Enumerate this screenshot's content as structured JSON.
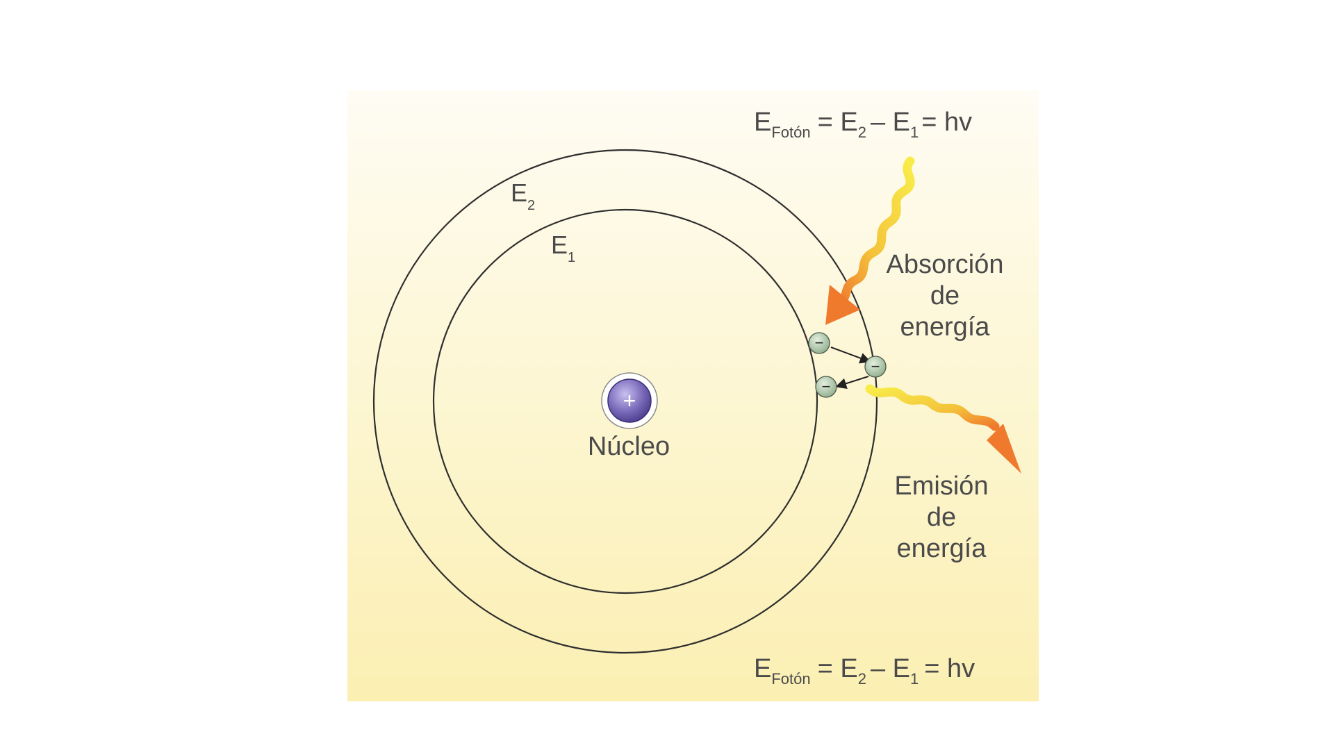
{
  "formula_top": {
    "e": "E",
    "photon_sub": "Fotón",
    "eq1": "= E",
    "sub2": "2",
    "minus": "– E",
    "sub1": "1",
    "eq2": "= hv"
  },
  "formula_bottom": {
    "e": "E",
    "photon_sub": "Fotón",
    "eq1": "= E",
    "sub2": "2",
    "minus": "– E",
    "sub1": "1",
    "eq2": "= hv"
  },
  "orbit_outer": {
    "e": "E",
    "sub": "2"
  },
  "orbit_inner": {
    "e": "E",
    "sub": "1"
  },
  "nucleus": {
    "label": "Núcleo",
    "charge": "+"
  },
  "absorption": {
    "line1": "Absorción",
    "line2": "de",
    "line3": "energía"
  },
  "emission": {
    "line1": "Emisión",
    "line2": "de",
    "line3": "energía"
  },
  "electron_charge": "−",
  "colors": {
    "panel_top": "#fefcf4",
    "panel_bottom": "#fbefb2",
    "orbit_stroke": "#2e2e2e",
    "nucleus_fill": "#7868b8",
    "electron_fill": "#9bb79a",
    "photon_yellow": "#f6e23a",
    "photon_orange": "#ef7a2e",
    "text": "#4a4a4a"
  }
}
